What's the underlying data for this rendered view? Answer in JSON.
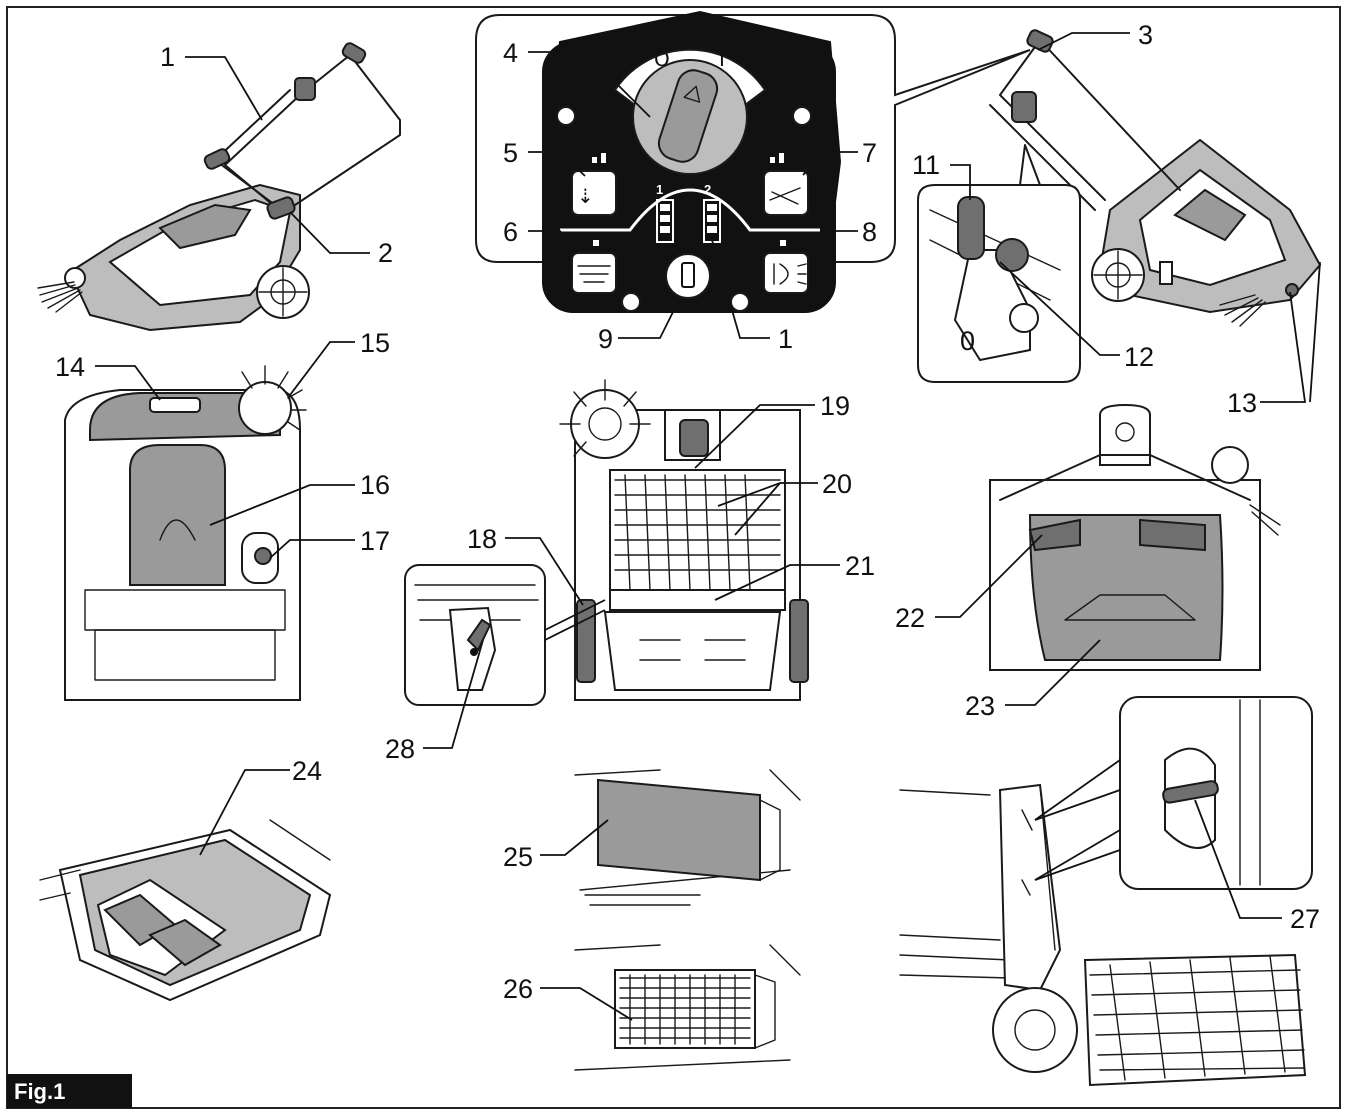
{
  "figure_label": "Fig.1",
  "callouts": [
    {
      "id": "c1a",
      "text": "1"
    },
    {
      "id": "c2",
      "text": "2"
    },
    {
      "id": "c3",
      "text": "3"
    },
    {
      "id": "c4",
      "text": "4"
    },
    {
      "id": "c5",
      "text": "5"
    },
    {
      "id": "c6",
      "text": "6"
    },
    {
      "id": "c7",
      "text": "7"
    },
    {
      "id": "c8",
      "text": "8"
    },
    {
      "id": "c9",
      "text": "9"
    },
    {
      "id": "c1b",
      "text": "1"
    },
    {
      "id": "c11",
      "text": "11"
    },
    {
      "id": "c12",
      "text": "12"
    },
    {
      "id": "c13",
      "text": "13"
    },
    {
      "id": "c14",
      "text": "14"
    },
    {
      "id": "c15",
      "text": "15"
    },
    {
      "id": "c16",
      "text": "16"
    },
    {
      "id": "c17",
      "text": "17"
    },
    {
      "id": "c18",
      "text": "18"
    },
    {
      "id": "c19",
      "text": "19"
    },
    {
      "id": "c20",
      "text": "20"
    },
    {
      "id": "c21",
      "text": "21"
    },
    {
      "id": "c22",
      "text": "22"
    },
    {
      "id": "c23",
      "text": "23"
    },
    {
      "id": "c24",
      "text": "24"
    },
    {
      "id": "c25",
      "text": "25"
    },
    {
      "id": "c26",
      "text": "26"
    },
    {
      "id": "c27",
      "text": "27"
    },
    {
      "id": "c28",
      "text": "28"
    }
  ],
  "control_panel": {
    "switch_off_label": "O",
    "switch_on_label": "I",
    "battery_slot_1": "1",
    "battery_slot_2": "2"
  },
  "latch_marks": {
    "lock_symbol": "0"
  }
}
